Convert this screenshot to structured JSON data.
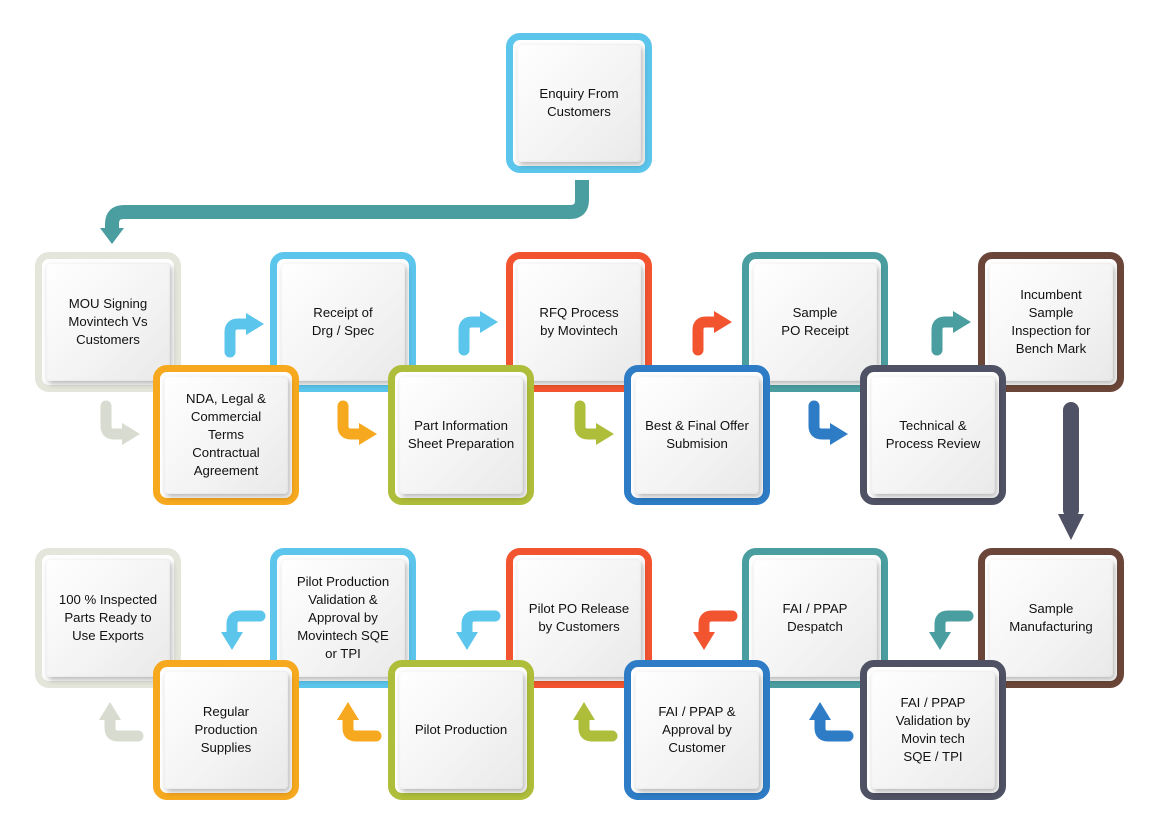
{
  "steps": {
    "enquiry": "Enquiry From\nCustomers",
    "mou": "MOU Signing\nMovintech Vs\nCustomers",
    "nda": "NDA, Legal &\nCommercial\nTerms\nContractual\nAgreement",
    "receipt_drg": "Receipt of\nDrg / Spec",
    "part_info": "Part Information\nSheet Preparation",
    "rfq": "RFQ Process\nby Movintech",
    "best_final": "Best & Final Offer\nSubmision",
    "sample_po": "Sample\nPO Receipt",
    "technical": "Technical &\nProcess  Review",
    "incumbent": "Incumbent\nSample\nInspection for\nBench Mark",
    "sample_mfg": "Sample\nManufacturing",
    "fai_validation": "FAI / PPAP\nValidation by\nMovin tech\nSQE /  TPI",
    "fai_despatch": "FAI / PPAP\nDespatch",
    "fai_approval": "FAI / PPAP &\nApproval by\nCustomer",
    "pilot_po": "Pilot PO Release\nby Customers",
    "pilot_production": "Pilot Production",
    "pilot_validation": "Pilot Production\nValidation &\nApproval by\nMovintech SQE\nor TPI",
    "regular_supplies": "Regular\nProduction\nSupplies",
    "inspected_parts": "100 % Inspected\nParts Ready to\nUse Exports"
  },
  "colors": {
    "cyan": "#5cc5ec",
    "grey": "#e4e6dc",
    "orange": "#f6a81e",
    "red": "#f25430",
    "olive": "#aebd3a",
    "blue": "#2d7cc5",
    "teal": "#4b9ea0",
    "brown": "#6b4638",
    "slate": "#4f5164"
  }
}
